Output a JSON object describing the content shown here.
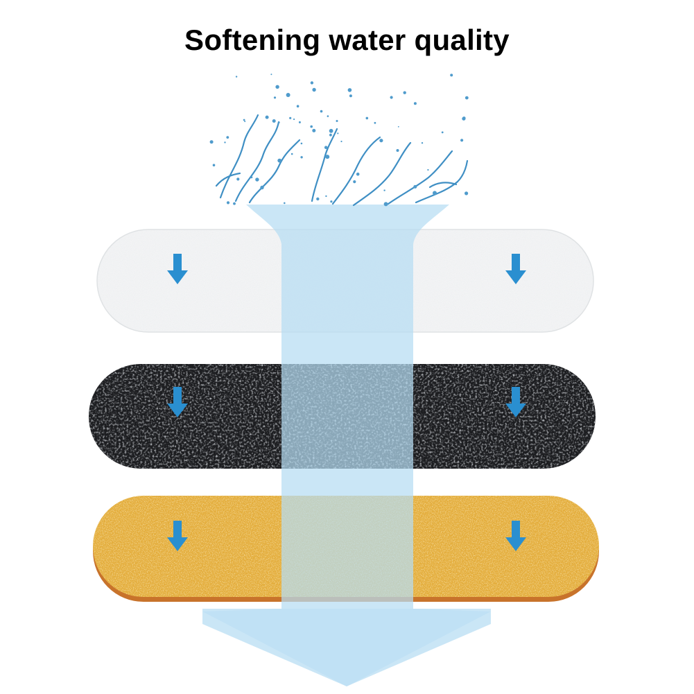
{
  "headline": "Softening water quality",
  "layers": [
    {
      "name": "white-filter-cotton-layer",
      "fill": "#f2f3f4",
      "speck": "#ffffff",
      "shade": "#d9dcde"
    },
    {
      "name": "activated-carbon-layer",
      "fill": "#1c1d20",
      "speck": "#5a5d63",
      "shade": "#0c0c0e"
    },
    {
      "name": "ion-exchange-resin-layer",
      "fill": "#e3ac3a",
      "speck": "#f6d686",
      "shade": "#b8801f"
    }
  ],
  "colors": {
    "water_stream": "#b6dcf3",
    "arrow_icon": "#2a8fd0",
    "splash": "#3f8fc4",
    "layer_edge": "#c8732b"
  },
  "icons": [
    "water-splash-icon",
    "down-arrow-icon"
  ]
}
